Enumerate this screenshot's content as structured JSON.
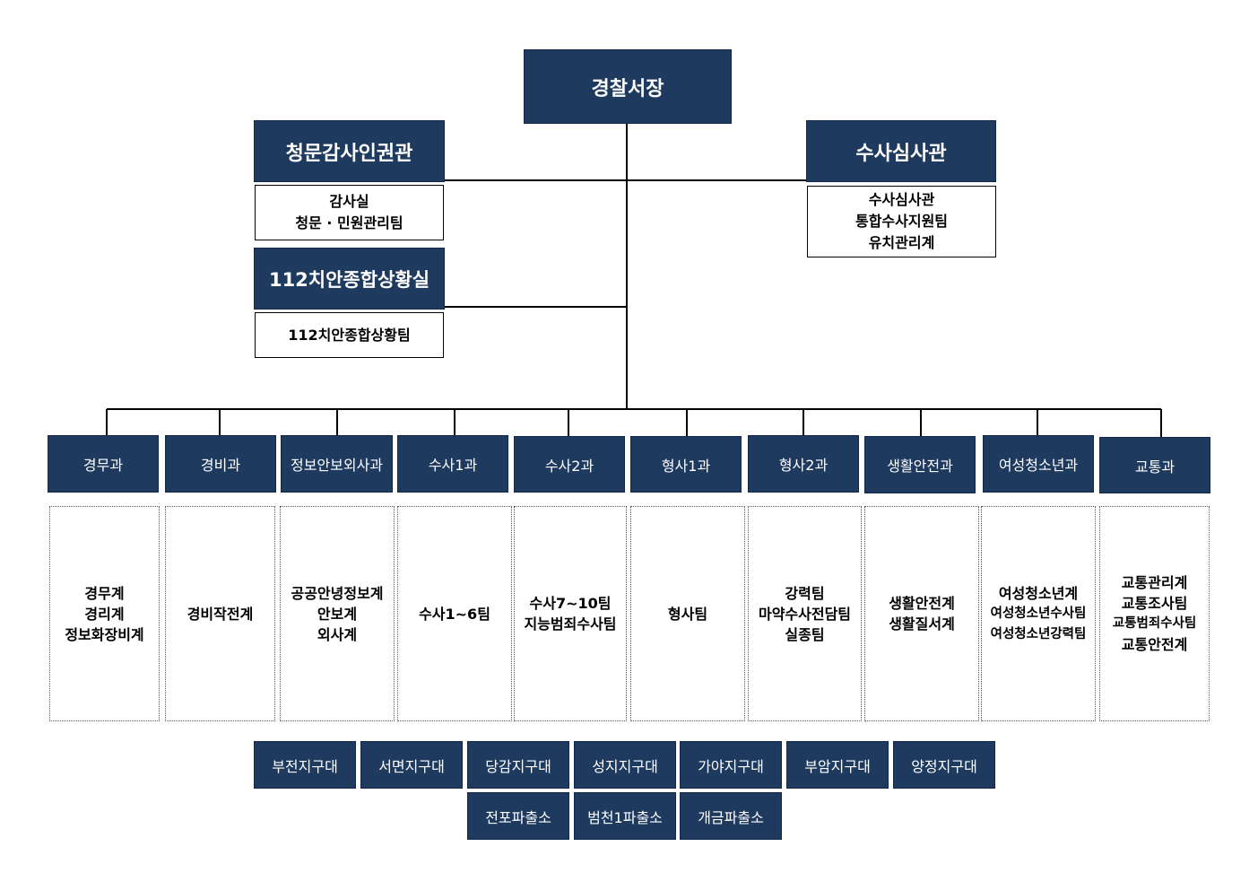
{
  "chief": "경찰서장",
  "audit": {
    "title": "청문감사인권관",
    "items": [
      "감사실",
      "청문 · 민원관리팀"
    ]
  },
  "investigation_review": {
    "title": "수사심사관",
    "items": [
      "수사심사관",
      "통합수사지원팀",
      "유치관리계"
    ]
  },
  "situation": {
    "title": "112치안종합상황실",
    "items": [
      "112치안종합상황팀"
    ]
  },
  "departments": [
    {
      "name": "경무과",
      "teams": [
        "경무계",
        "경리계",
        "정보화장비계"
      ]
    },
    {
      "name": "경비과",
      "teams": [
        "경비작전계"
      ]
    },
    {
      "name": "정보안보외사과",
      "teams": [
        "공공안녕정보계",
        "안보계",
        "외사계"
      ]
    },
    {
      "name": "수사1과",
      "teams": [
        "수사1~6팀"
      ]
    },
    {
      "name": "수사2과",
      "teams": [
        "수사7~10팀",
        "지능범죄수사팀"
      ]
    },
    {
      "name": "형사1과",
      "teams": [
        "형사팀"
      ]
    },
    {
      "name": "형사2과",
      "teams": [
        "강력팀",
        "마약수사전담팀",
        "실종팀"
      ]
    },
    {
      "name": "생활안전과",
      "teams": [
        "생활안전계",
        "생활질서계"
      ]
    },
    {
      "name": "여성청소년과",
      "teams": [
        "여성청소년계",
        "여성청소년수사팀",
        "여성청소년강력팀"
      ]
    },
    {
      "name": "교통과",
      "teams": [
        "교통관리계",
        "교통조사팀",
        "교통범죄수사팀",
        "교통안전계"
      ]
    }
  ],
  "units_row1": [
    "부전지구대",
    "서면지구대",
    "당감지구대",
    "성지지구대",
    "가야지구대",
    "부암지구대",
    "양정지구대"
  ],
  "units_row2": [
    "전포파출소",
    "범천1파출소",
    "개금파출소"
  ],
  "colors": {
    "box_fill": "#1e3a5f",
    "box_text": "#ffffff",
    "line": "#000000"
  }
}
